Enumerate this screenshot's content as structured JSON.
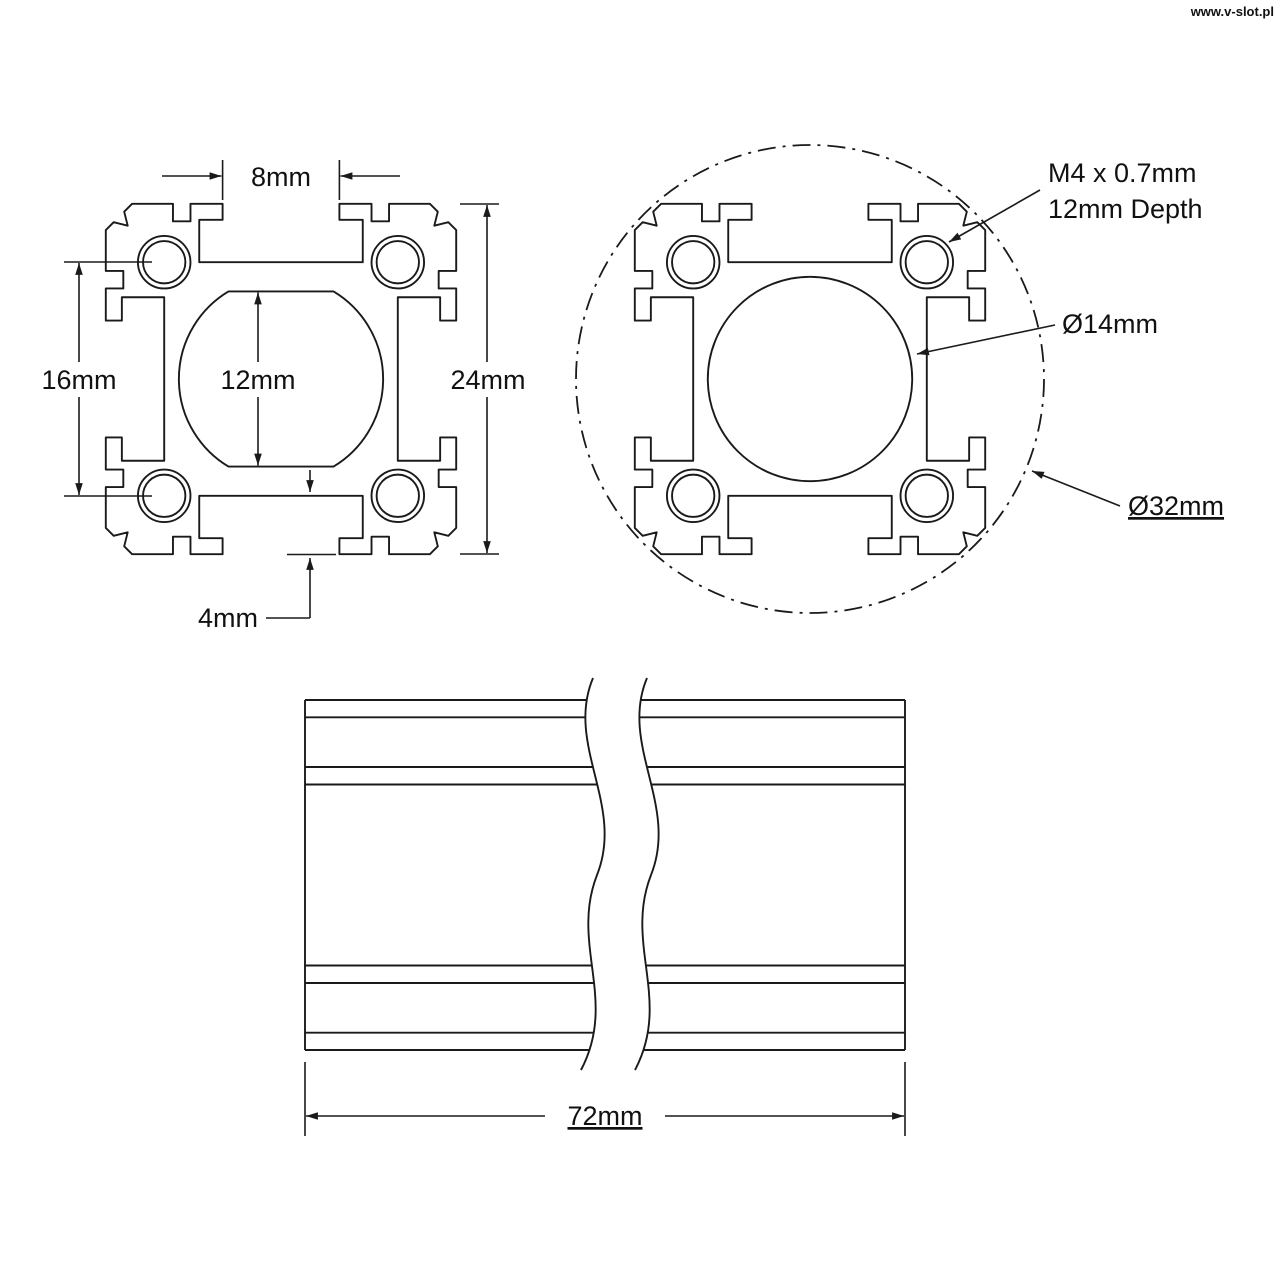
{
  "watermark": "www.v-slot.pl",
  "views": {
    "front": {
      "slot_opening": "8mm",
      "overall_height": "24mm",
      "hole_spacing": "16mm",
      "bore_across_flats": "12mm",
      "slot_depth": "4mm"
    },
    "detail": {
      "thread_spec": "M4 x 0.7mm",
      "thread_depth": "12mm Depth",
      "bore_diameter": "Ø14mm",
      "outer_diameter": "Ø32mm"
    },
    "side": {
      "length": "72mm"
    }
  },
  "colors": {
    "line": "#1a1a1a",
    "watermark_red": "#cc0000",
    "background": "#ffffff"
  }
}
